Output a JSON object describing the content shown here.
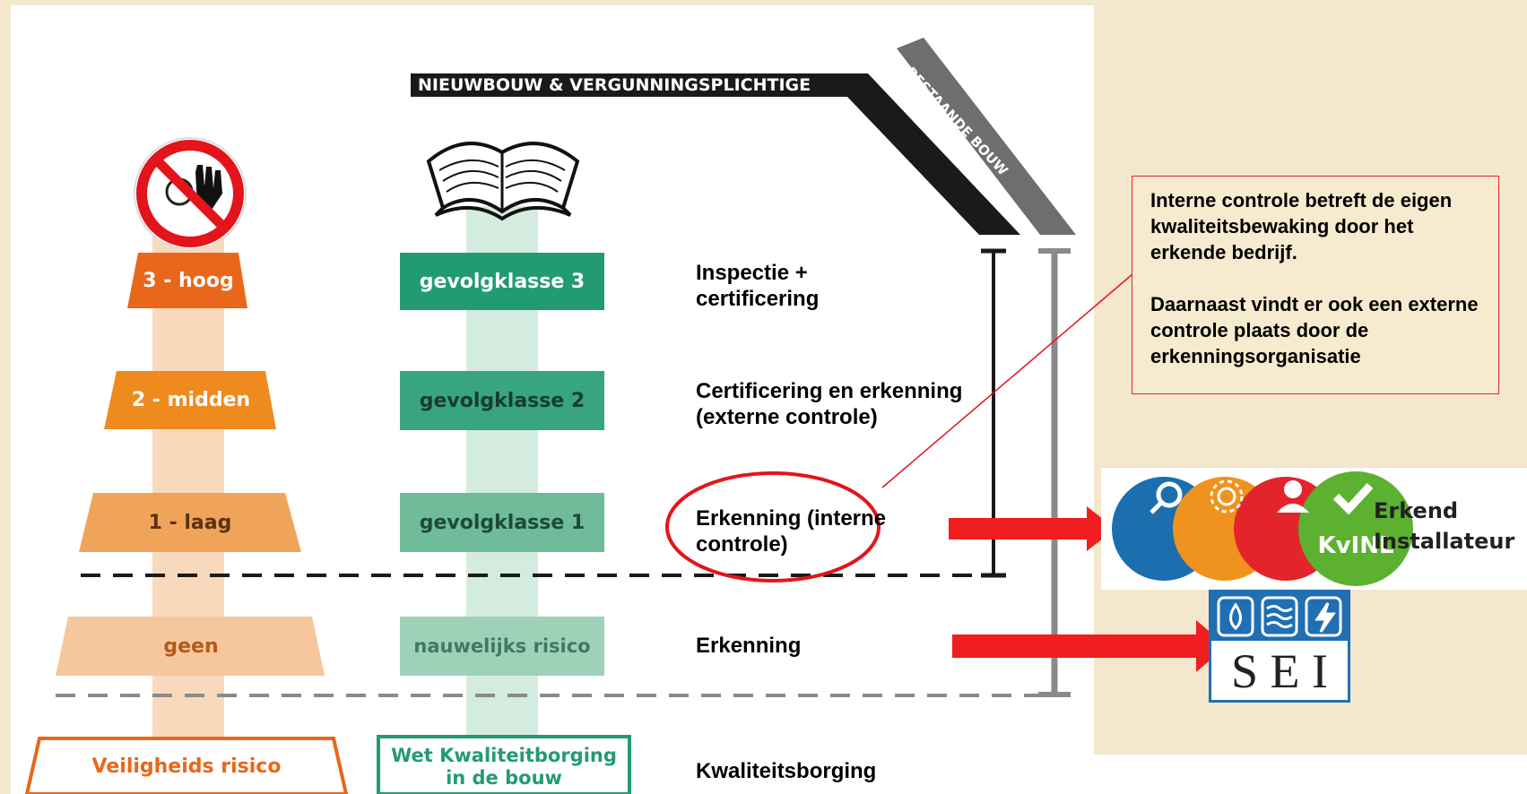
{
  "header": {
    "nieuwbouw": "NIEUWBOUW & VERGUNNINGSPLICHTIGE",
    "bestaande": "BESTAANDE BOUW"
  },
  "risk_levels": [
    {
      "label": "3 - hoog",
      "color": "#e8671a"
    },
    {
      "label": "2 - midden",
      "color": "#ef8a1f"
    },
    {
      "label": "1 - laag",
      "color": "#f0a45a"
    },
    {
      "label": "geen",
      "color": "#f6c79c"
    }
  ],
  "risk_footer": "Veiligheids risico",
  "classes": [
    {
      "label": "gevolgklasse 3",
      "color": "#229b74"
    },
    {
      "label": "gevolgklasse 2",
      "color": "#39a57e"
    },
    {
      "label": "gevolgklasse 1",
      "color": "#6fbb9a"
    },
    {
      "label": "nauwelijks risico",
      "color": "#9fd1b9"
    }
  ],
  "class_footer": "Wet Kwaliteitborging in de bouw",
  "descriptions": [
    "Inspectie + certificering",
    "Certificering en erkenning (externe controle)",
    "Erkenning (interne controle)",
    "Erkenning",
    "Kwaliteitsborging"
  ],
  "note": {
    "paragraph1": "Interne controle betreft de eigen kwaliteitsbewaking door het erkende bedrijf.",
    "paragraph2": "Daarnaast vindt er ook een externe controle plaats door de erkenningsorganisatie"
  },
  "badges": {
    "kvinl": "KvINL",
    "erkend_line1": "Erkend",
    "erkend_line2": "Installateur",
    "sei": "S E I"
  },
  "colors": {
    "orange_border": "#e8671a",
    "green_border": "#229b74",
    "red": "#e3141b",
    "background": "#f3e7cd"
  },
  "icons": [
    "no-entry-hand-icon",
    "open-book-icon",
    "search-icon",
    "gear-icon",
    "person-icon",
    "checkmark-icon",
    "flame-icon",
    "water-icon",
    "lightning-icon"
  ]
}
